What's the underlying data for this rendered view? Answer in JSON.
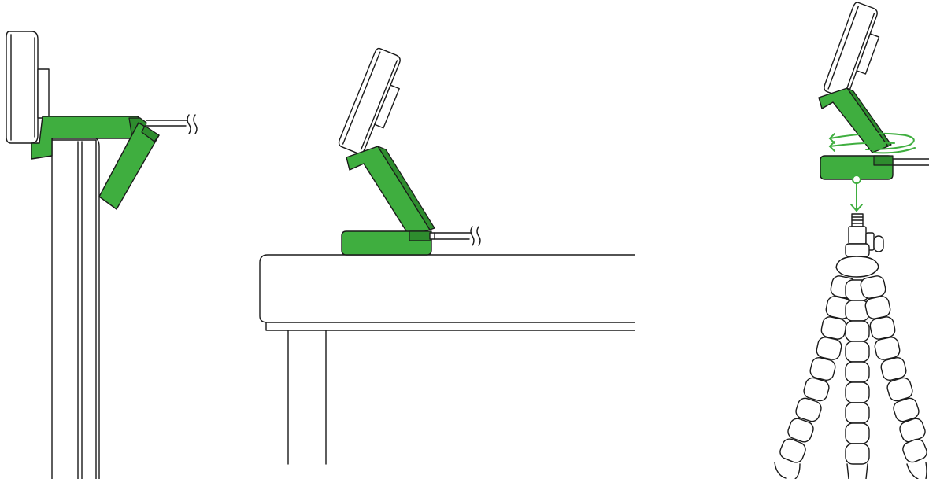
{
  "colors": {
    "accent": "#3fae3f",
    "accent_dark": "#2e8c2e",
    "line": "#1a1a1a",
    "background": "#ffffff"
  },
  "panels": [
    {
      "name": "monitor-mount",
      "depicts": "webcam-clip-on-monitor"
    },
    {
      "name": "desk-stand",
      "depicts": "webcam-standing-on-desk"
    },
    {
      "name": "tripod-mount",
      "depicts": "webcam-on-tripod"
    }
  ],
  "icons": {
    "rotation": "rotate-arrows-icon",
    "attach": "down-arrow-icon",
    "cable_break": "cable-break-icon"
  }
}
